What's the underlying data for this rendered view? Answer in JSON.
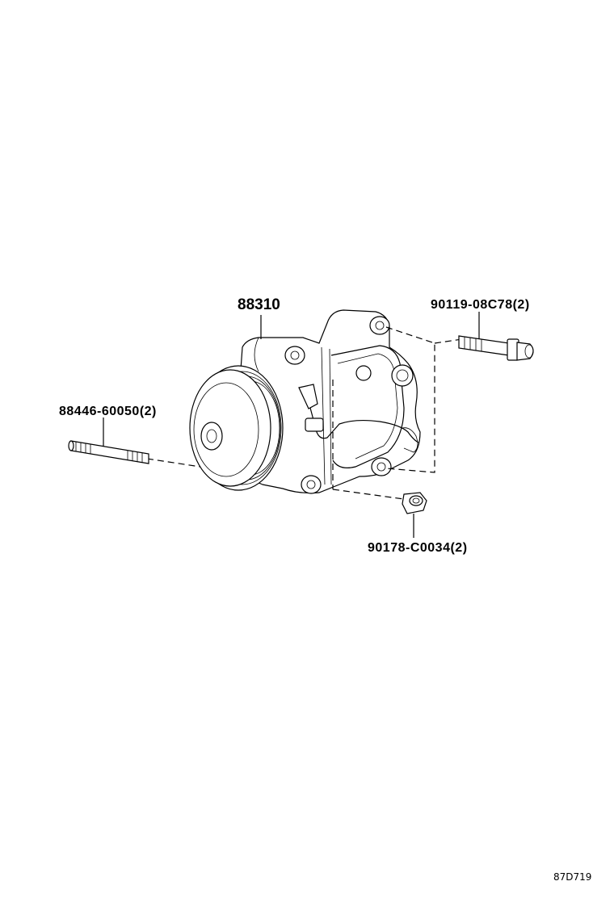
{
  "diagram": {
    "parts": [
      {
        "id": "compressor",
        "number": "88310"
      },
      {
        "id": "bolt",
        "number": "90119-08C78(2)"
      },
      {
        "id": "stud",
        "number": "88446-60050(2)"
      },
      {
        "id": "nut",
        "number": "90178-C0034(2)"
      }
    ],
    "reference_code": "87D719"
  }
}
